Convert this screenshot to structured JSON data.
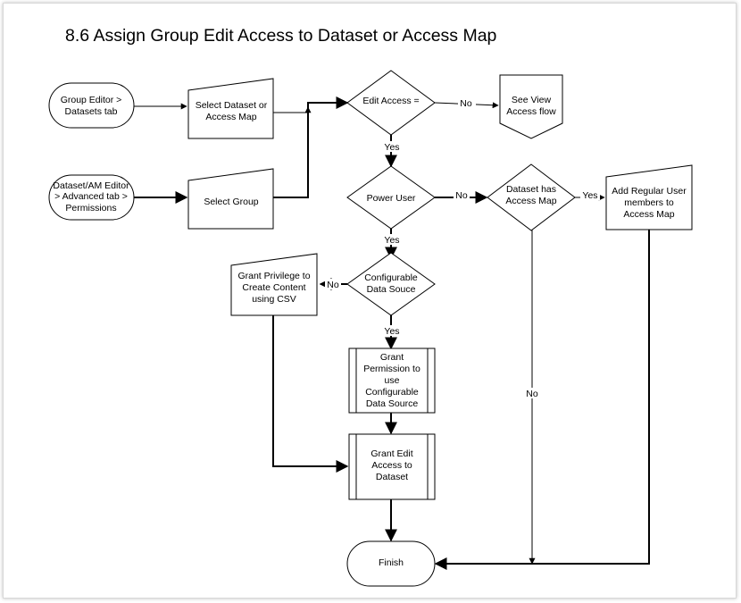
{
  "title": "8.6  Assign Group Edit Access to Dataset or Access Map",
  "nodes": {
    "group_editor": [
      "Group Editor >",
      "Datasets tab"
    ],
    "dataset_am_editor": [
      "Dataset/AM Editor",
      "> Advanced tab >",
      "Permissions"
    ],
    "select_dataset": [
      "Select Dataset or",
      "Access Map"
    ],
    "select_group": [
      "Select Group"
    ],
    "edit_access": [
      "Edit Access ="
    ],
    "see_view_access": [
      "See View",
      "Access flow"
    ],
    "power_user": [
      "Power User"
    ],
    "dataset_has_access_map": [
      "Dataset has",
      "Access Map"
    ],
    "add_regular_user": [
      "Add Regular User",
      "members to",
      "Access Map"
    ],
    "configurable_data_source": [
      "Configurable",
      "Data Souce"
    ],
    "grant_privilege": [
      "Grant Privilege to",
      "Create Content",
      "using CSV"
    ],
    "grant_permission": [
      "Grant",
      "Permission to",
      "use",
      "Configurable",
      "Data Source"
    ],
    "grant_edit_access": [
      "Grant Edit",
      "Access to",
      "Dataset"
    ],
    "finish": [
      "Finish"
    ]
  },
  "edge_labels": {
    "edit_access_no": "No",
    "edit_access_yes": "Yes",
    "power_user_no": "No",
    "power_user_yes": "Yes",
    "has_map_yes": "Yes",
    "has_map_no": "No",
    "configurable_no": "No",
    "configurable_yes": "Yes"
  }
}
